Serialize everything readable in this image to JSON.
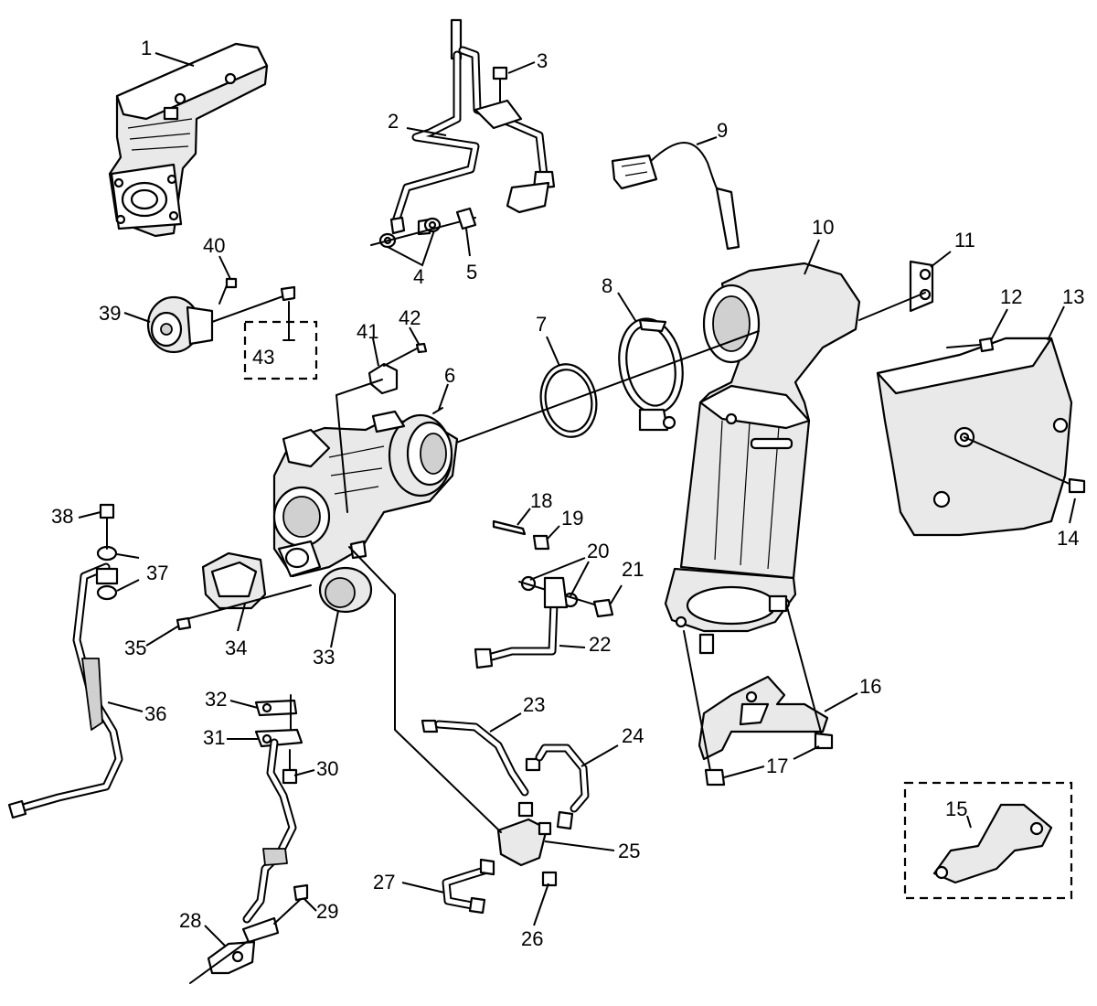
{
  "callouts": [
    {
      "n": "1"
    },
    {
      "n": "2"
    },
    {
      "n": "3"
    },
    {
      "n": "4"
    },
    {
      "n": "5"
    },
    {
      "n": "6"
    },
    {
      "n": "7"
    },
    {
      "n": "8"
    },
    {
      "n": "9"
    },
    {
      "n": "10"
    },
    {
      "n": "11"
    },
    {
      "n": "12"
    },
    {
      "n": "13"
    },
    {
      "n": "14"
    },
    {
      "n": "15"
    },
    {
      "n": "16"
    },
    {
      "n": "17"
    },
    {
      "n": "18"
    },
    {
      "n": "19"
    },
    {
      "n": "20"
    },
    {
      "n": "21"
    },
    {
      "n": "22"
    },
    {
      "n": "23"
    },
    {
      "n": "24"
    },
    {
      "n": "25"
    },
    {
      "n": "26"
    },
    {
      "n": "27"
    },
    {
      "n": "28"
    },
    {
      "n": "29"
    },
    {
      "n": "30"
    },
    {
      "n": "31"
    },
    {
      "n": "32"
    },
    {
      "n": "33"
    },
    {
      "n": "34"
    },
    {
      "n": "35"
    },
    {
      "n": "36"
    },
    {
      "n": "37"
    },
    {
      "n": "38"
    },
    {
      "n": "39"
    },
    {
      "n": "40"
    },
    {
      "n": "41"
    },
    {
      "n": "42"
    },
    {
      "n": "43"
    }
  ]
}
